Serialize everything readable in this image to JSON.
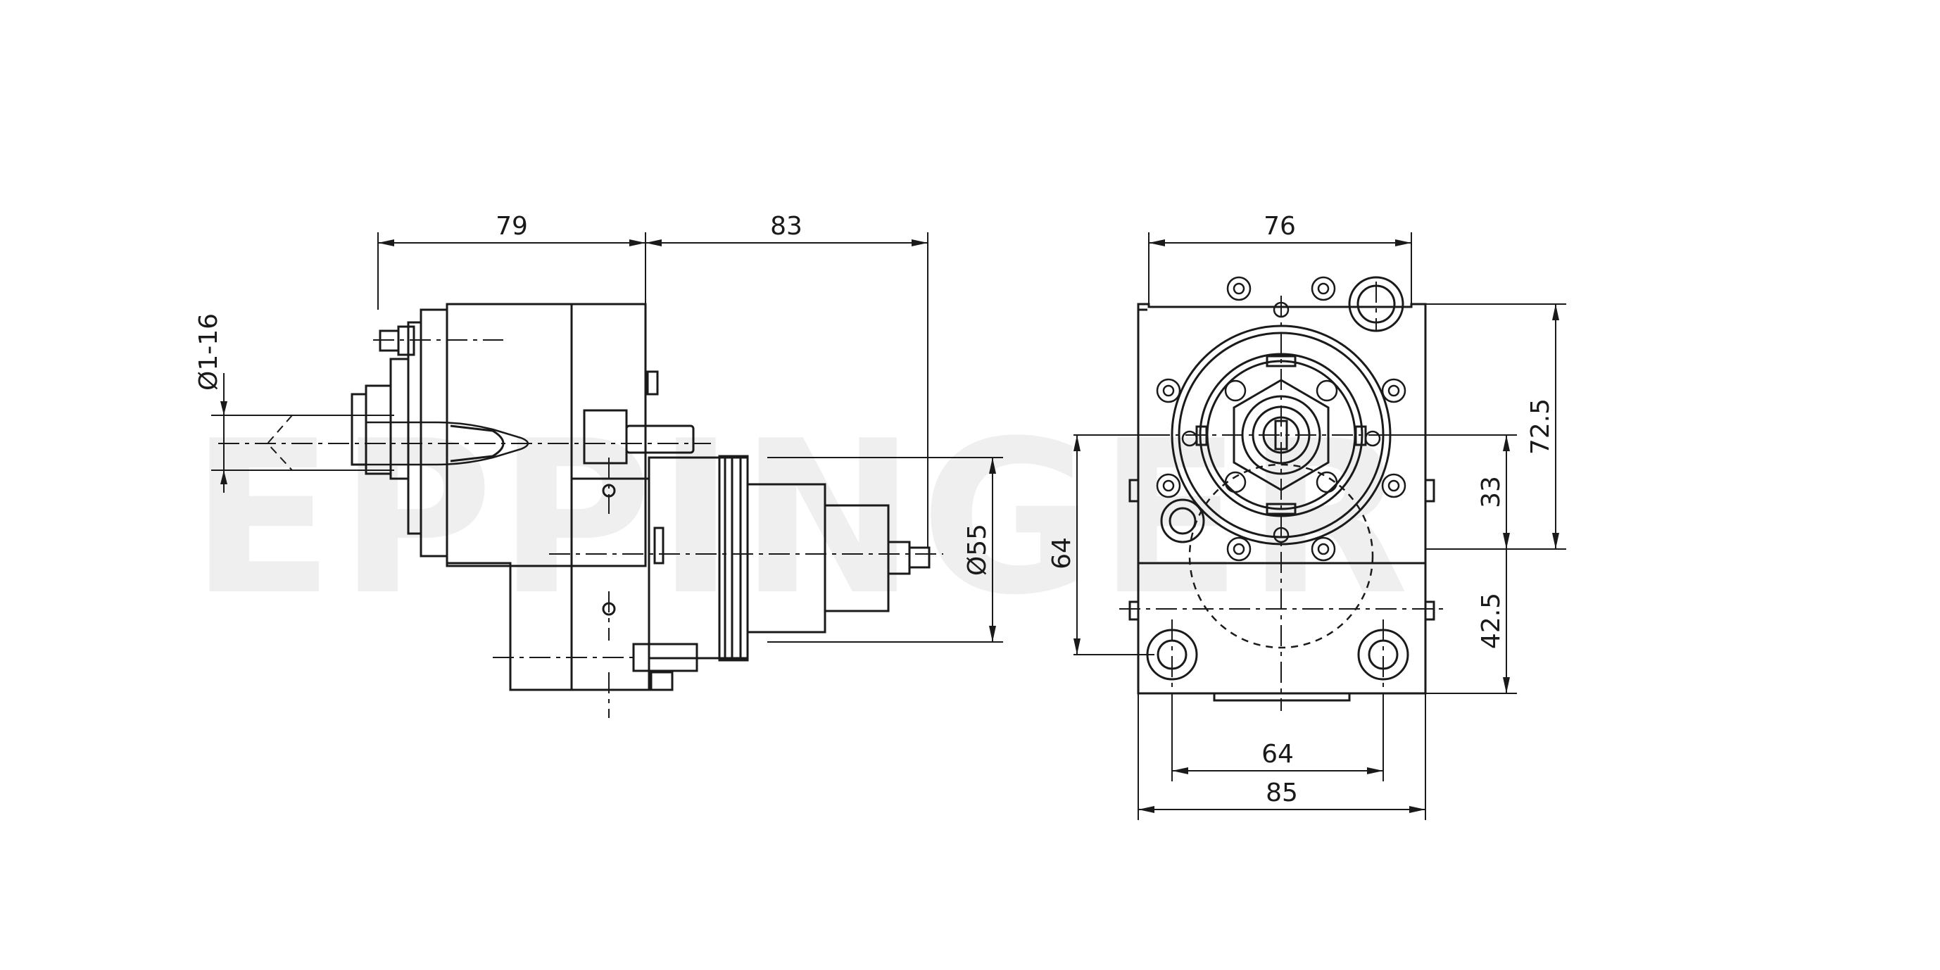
{
  "watermark": {
    "text": "EPPINGER"
  },
  "side_view": {
    "dim_length_left": "79",
    "dim_length_right": "83",
    "dim_collet_range": "Ø1-16",
    "dim_body_diameter": "Ø55"
  },
  "front_view": {
    "dim_top_width": "76",
    "dim_height_upper": "72.5",
    "dim_center_offset": "33",
    "dim_height_lower": "42.5",
    "dim_left_height": "64",
    "dim_hole_spacing": "64",
    "dim_base_width": "85"
  },
  "colors": {
    "line": "#1a1a1a",
    "watermark": "#efefef",
    "background": "#ffffff"
  }
}
